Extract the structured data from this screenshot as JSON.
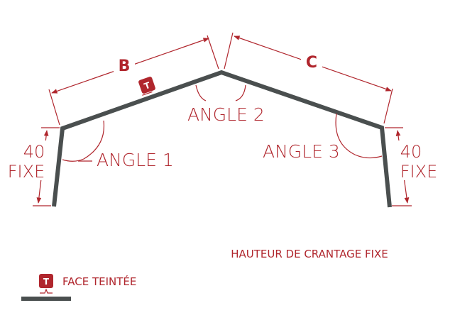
{
  "dimensions": {
    "b": "B",
    "c": "C"
  },
  "angles": {
    "angle1": "ANGLE 1",
    "angle2": "ANGLE 2",
    "angle3": "ANGLE 3"
  },
  "fixed_left": {
    "value": "40",
    "word": "FIXE"
  },
  "fixed_right": {
    "value": "40",
    "word": "FIXE"
  },
  "badge_letter": "T",
  "legend": {
    "badge_letter": "T",
    "label": "FACE TEINTÉE"
  },
  "note": "HAUTEUR DE CRANTAGE FIXE",
  "colors": {
    "profile": "#4a4f4f",
    "annotation": "#b0262d",
    "background": "#ffffff"
  }
}
